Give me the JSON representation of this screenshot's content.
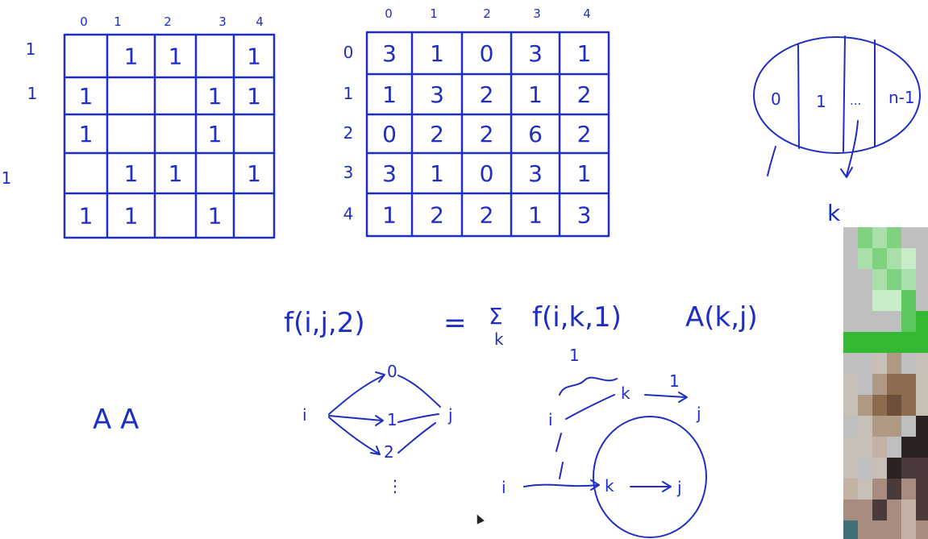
{
  "ink_color": "#1f2ec2",
  "left_matrix": {
    "col_labels": [
      "0",
      "1",
      "2",
      "3",
      "4"
    ],
    "row_labels": [
      "1",
      "1",
      "",
      "1",
      ""
    ],
    "cells": [
      [
        "",
        "1",
        "1",
        "",
        "1"
      ],
      [
        "1",
        "",
        "",
        "1",
        "1"
      ],
      [
        "1",
        "",
        "",
        "1",
        ""
      ],
      [
        "",
        "1",
        "1",
        "",
        "1"
      ],
      [
        "1",
        "1",
        "",
        "1",
        ""
      ]
    ]
  },
  "right_matrix": {
    "col_labels": [
      "0",
      "1",
      "2",
      "3",
      "4"
    ],
    "row_labels": [
      "0",
      "1",
      "2",
      "3",
      "4"
    ],
    "cells": [
      [
        "3",
        "1",
        "0",
        "3",
        "1"
      ],
      [
        "1",
        "3",
        "2",
        "1",
        "2"
      ],
      [
        "0",
        "2",
        "2",
        "6",
        "2"
      ],
      [
        "3",
        "1",
        "0",
        "3",
        "1"
      ],
      [
        "1",
        "2",
        "2",
        "1",
        "3"
      ]
    ]
  },
  "oval": {
    "cells": [
      "0",
      "1",
      "...",
      "n-1"
    ],
    "pointer_label": "k"
  },
  "formula": {
    "lhs": "f(i,j,2)",
    "equals": "=",
    "sum": "Σ",
    "sum_index": "k",
    "term1": "f(i,k,1)",
    "term2": "A(k,j)"
  },
  "aa_note": "A A",
  "graph_left": {
    "source": "i",
    "middles": [
      "0",
      "1",
      "2",
      "⋮"
    ],
    "target": "j"
  },
  "graph_right": {
    "top_label": "1",
    "top_source": "i",
    "top_mid": "k",
    "top_edge_label": "1",
    "top_target": "j",
    "bottom_source": "i",
    "bottom_mid": "k",
    "bottom_target": "j"
  },
  "thumbnail_colors": [
    "#7fd27f",
    "#a9e0a9",
    "#c9ecc9",
    "#5cc75c",
    "#33b833",
    "#bfbfbf",
    "#b09a85",
    "#8d6b4f",
    "#6e4f3a",
    "#c7c0b6",
    "#2b2322",
    "#4a3b3a",
    "#a88c80",
    "#c4b2a6",
    "#3f6f78"
  ]
}
